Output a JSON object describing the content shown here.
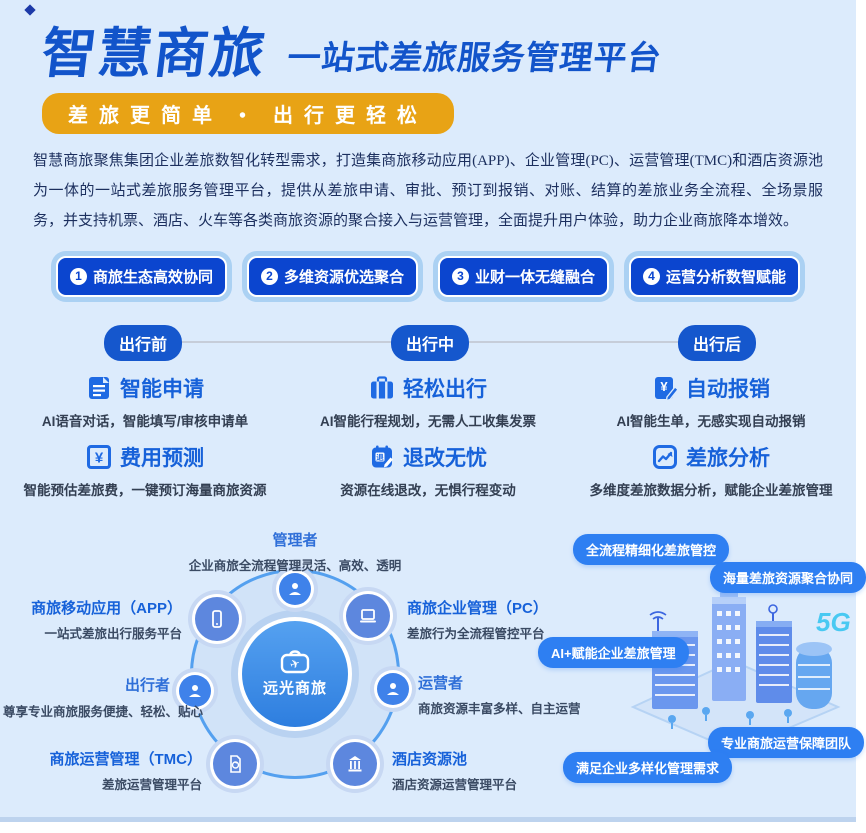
{
  "page": {
    "title": "智慧商旅",
    "subtitle": "一站式差旅服务管理平台",
    "banner": "差旅更简单 • 出行更轻松",
    "intro": "智慧商旅聚焦集团企业差旅数智化转型需求，打造集商旅移动应用(APP)、企业管理(PC)、运营管理(TMC)和酒店资源池为一体的一站式差旅服务管理平台，提供从差旅申请、审批、预订到报销、对账、结算的差旅业务全流程、全场景服务，并支持机票、酒店、火车等各类商旅资源的聚合接入与运营管理，全面提升用户体验，助力企业商旅降本增效。"
  },
  "highlights": [
    {
      "num": "1",
      "label": "商旅生态高效协同"
    },
    {
      "num": "2",
      "label": "多维资源优选聚合"
    },
    {
      "num": "3",
      "label": "业财一体无缝融合"
    },
    {
      "num": "4",
      "label": "运营分析数智赋能"
    }
  ],
  "timeline": [
    {
      "label": "出行前"
    },
    {
      "label": "出行中"
    },
    {
      "label": "出行后"
    }
  ],
  "features": [
    {
      "icon": "document-icon",
      "title": "智能申请",
      "desc": "AI语音对话，智能填写/审核申请单"
    },
    {
      "icon": "briefcase-icon",
      "title": "轻松出行",
      "desc": "AI智能行程规划，无需人工收集发票"
    },
    {
      "icon": "invoice-pen-icon",
      "title": "自动报销",
      "desc": "AI智能生单，无感实现自动报销"
    },
    {
      "icon": "yuan-square-icon",
      "title": "费用预测",
      "desc": "智能预估差旅费，一键预订海量商旅资源"
    },
    {
      "icon": "refund-board-icon",
      "title": "退改无忧",
      "desc": "资源在线退改，无惧行程变动"
    },
    {
      "icon": "analytics-icon",
      "title": "差旅分析",
      "desc": "多维度差旅数据分析，赋能企业差旅管理"
    }
  ],
  "ecosystem": {
    "center": "远光商旅",
    "roles": [
      {
        "name": "管理者",
        "desc": "企业商旅全流程管理灵活、高效、透明"
      },
      {
        "name": "出行者",
        "desc": "尊享专业商旅服务便捷、轻松、贴心"
      },
      {
        "name": "运营者",
        "desc": "商旅资源丰富多样、自主运营"
      }
    ],
    "platforms": [
      {
        "name": "商旅移动应用（APP）",
        "desc": "一站式差旅出行服务平台"
      },
      {
        "name": "商旅企业管理（PC）",
        "desc": "差旅行为全流程管控平台"
      },
      {
        "name": "商旅运营管理（TMC）",
        "desc": "差旅运营管理平台"
      },
      {
        "name": "酒店资源池",
        "desc": "酒店资源运营管理平台"
      }
    ],
    "city_text": "5G"
  },
  "tags": [
    {
      "label": "全流程精细化差旅管控"
    },
    {
      "label": "海量差旅资源聚合协同"
    },
    {
      "label": "AI+赋能企业差旅管理"
    },
    {
      "label": "专业商旅运营保障团队"
    },
    {
      "label": "满足企业多样化管理需求"
    }
  ],
  "colors": {
    "background": "#dcebfc",
    "title_blue": "#1254ca",
    "banner_amber": "#e8a315",
    "pill_dark_blue": "#0b45cf",
    "feature_icon_blue": "#1f6ae3",
    "node_blue": "#5d87de",
    "node_bright_blue": "#3f82ea",
    "tag_blue": "#2e7ff2",
    "center_blue": "#3c8ce9"
  }
}
